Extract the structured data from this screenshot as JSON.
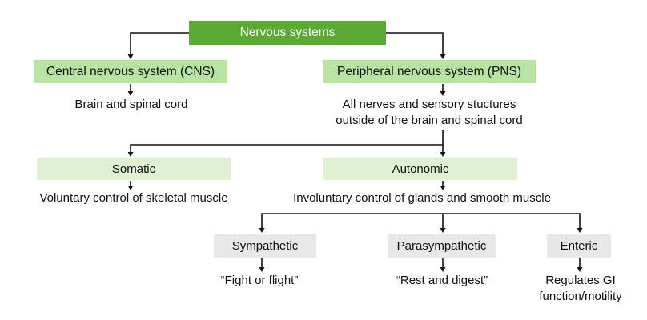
{
  "diagram": {
    "title": "Nervous systems",
    "colors": {
      "root_fill": "#5aaa35",
      "level1_fill": "#b9e3a3",
      "level2_fill": "#dff1d3",
      "level3_fill": "#e8e8e8",
      "line": "#111111"
    },
    "nodes": {
      "root": {
        "label": "Nervous systems"
      },
      "cns": {
        "label": "Central nervous system (CNS)",
        "description": "Brain and spinal cord"
      },
      "pns": {
        "label": "Peripheral nervous system (PNS)",
        "description_lines": [
          "All nerves and sensory stuctures",
          "outside of the brain and spinal cord"
        ]
      },
      "somatic": {
        "label": "Somatic",
        "description": "Voluntary control of skeletal muscle"
      },
      "autonomic": {
        "label": "Autonomic",
        "description": "Involuntary control of glands and smooth muscle"
      },
      "sympathetic": {
        "label": "Sympathetic",
        "description": "“Fight or flight”"
      },
      "parasympathetic": {
        "label": "Parasympathetic",
        "description": "“Rest and digest”"
      },
      "enteric": {
        "label": "Enteric",
        "description_lines": [
          "Regulates GI",
          "function/motility"
        ]
      }
    },
    "edges": [
      [
        "root",
        "cns"
      ],
      [
        "root",
        "pns"
      ],
      [
        "pns",
        "somatic"
      ],
      [
        "pns",
        "autonomic"
      ],
      [
        "autonomic",
        "sympathetic"
      ],
      [
        "autonomic",
        "parasympathetic"
      ],
      [
        "autonomic",
        "enteric"
      ]
    ]
  }
}
